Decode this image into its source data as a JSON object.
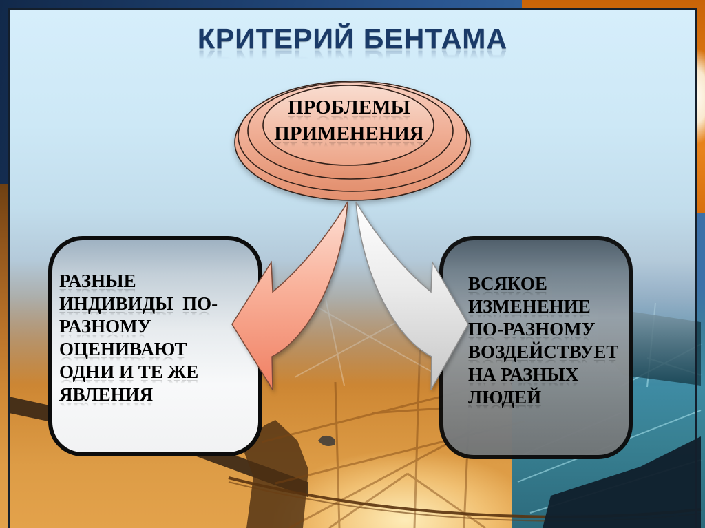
{
  "slide": {
    "title": "КРИТЕРИЙ БЕНТАМА",
    "oval": {
      "lines": [
        "ПРОБЛЕМЫ",
        "ПРИМЕНЕНИЯ"
      ]
    },
    "left_box": {
      "lines": [
        "РАЗНЫЕ",
        "ИНДИВИДЫ  ПО-",
        "РАЗНОМУ",
        "ОЦЕНИВАЮТ",
        "ОДНИ И ТЕ ЖЕ",
        "ЯВЛЕНИЯ"
      ]
    },
    "right_box": {
      "lines": [
        "ВСЯКОЕ",
        "ИЗМЕНЕНИЕ",
        "ПО-РАЗНОМУ",
        "ВОЗДЕЙСТВУЕТ",
        "НА РАЗНЫХ",
        "ЛЮДЕЙ"
      ]
    },
    "colors": {
      "title": "#1a3a68",
      "sky": "#cde8f6",
      "oval_fill": "#f2b79f",
      "oval_fill_light": "#f8d8cb",
      "arrow_left": "#f4937a",
      "arrow_right": "#e9e9e9",
      "box_border": "#0c0c0c",
      "photo_orange": "#d08a36",
      "photo_teal": "#3e8ba3",
      "photo_navy": "#1d3f6e"
    }
  }
}
